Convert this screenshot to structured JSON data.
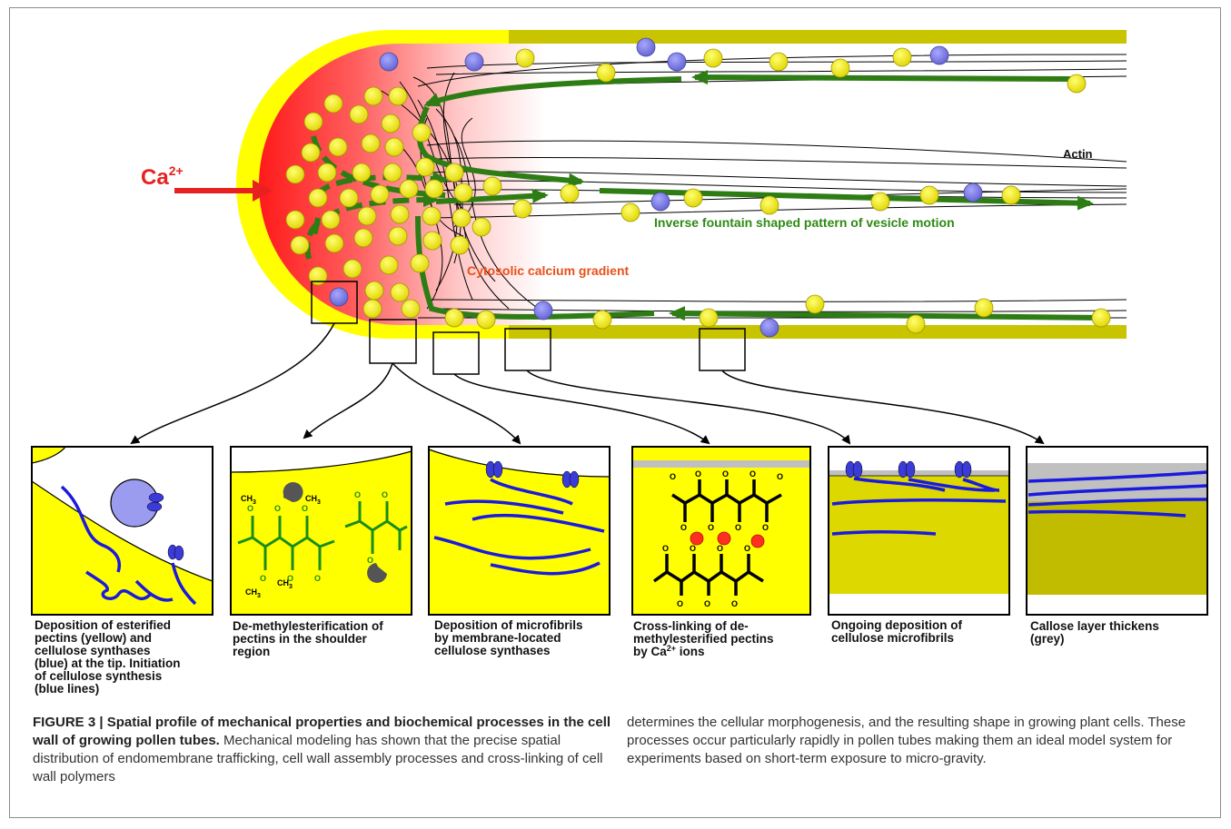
{
  "diagram": {
    "ion_label_base": "Ca",
    "ion_label_sup": "2+",
    "actin_label": "Actin",
    "flow_label": "Inverse fountain shaped pattern of vesicle motion",
    "gradient_label": "Cytosolic calcium gradient",
    "methyl_label": "CH",
    "methyl_sub": "3",
    "carboxyl_label": "O",
    "colors": {
      "wall": "#ffff00",
      "wall_dark": "#c8c400",
      "calcium": "#ff0000",
      "vesicle_yellow": "#f0e800",
      "vesicle_blue": "#8888e8",
      "flow_green": "#2e7d14",
      "microfibril": "#1a1adf",
      "callose": "#c0c0c0"
    }
  },
  "panels": [
    {
      "lines": [
        "Deposition of esterified",
        "pectins (yellow) and",
        "cellulose synthases",
        "(blue) at the tip. Initiation",
        "of cellulose synthesis",
        "(blue lines)"
      ]
    },
    {
      "lines": [
        "De-methylesterification of",
        "pectins in the shoulder",
        "region"
      ]
    },
    {
      "lines": [
        "Deposition of microfibrils",
        "by membrane-located",
        "cellulose synthases"
      ]
    },
    {
      "lines": [
        "Cross-linking of de-",
        "methylesterified pectins"
      ],
      "last_line": {
        "before": "by Ca",
        "sup": "2+",
        "after": " ions"
      }
    },
    {
      "lines": [
        "Ongoing deposition of",
        "cellulose microfibrils"
      ]
    },
    {
      "lines": [
        "Callose layer thickens",
        "(grey)"
      ]
    }
  ],
  "caption": {
    "figure_label": "FIGURE 3 | Spatial profile of mechanical properties and biochemical processes in the cell wall of growing pollen tubes.",
    "body_left": "Mechanical modeling has shown that the precise spatial distribution of endomembrane trafficking, cell wall assembly processes and cross-linking of cell wall polymers",
    "body_right": "determines the cellular morphogenesis, and the resulting shape in growing plant cells. These processes occur particularly rapidly in pollen tubes making them an ideal model system for experiments based on short-term exposure to micro-gravity."
  }
}
